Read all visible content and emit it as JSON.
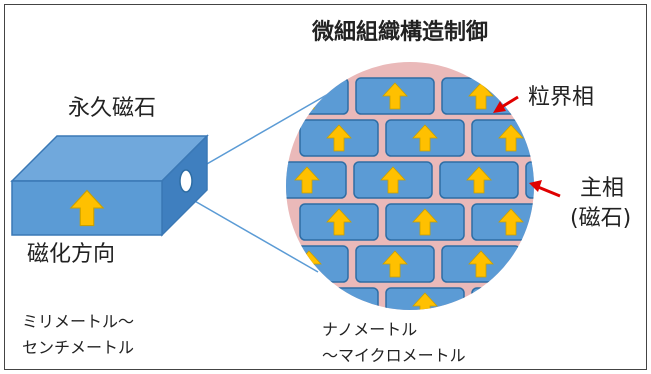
{
  "title": "微細組織構造制御",
  "magnet_label": "永久磁石",
  "magnetization_label": "磁化方向",
  "grain_boundary_label": "粒界相",
  "main_phase_label_line1": "主相",
  "main_phase_label_line2": "(磁石)",
  "scale_macro_line1": "ミリメートル〜",
  "scale_macro_line2": "センチメートル",
  "scale_micro_line1": "ナノメートル",
  "scale_micro_line2": "〜マイクロメートル",
  "colors": {
    "grain_fill": "#5b9bd5",
    "grain_stroke": "#2e6da4",
    "boundary_fill": "#eab9b9",
    "arrow_fill": "#ffc000",
    "pointer_red": "#e00000",
    "leader_line": "#5b9bd5"
  }
}
